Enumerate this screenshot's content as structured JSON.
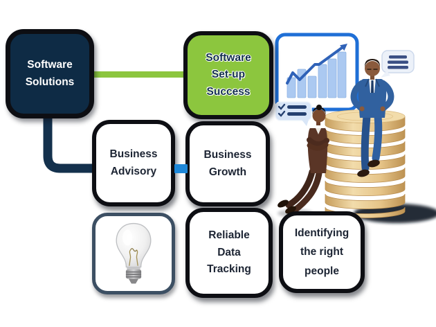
{
  "diagram": {
    "nodes": {
      "software_solutions": {
        "label": "Software Solutions"
      },
      "software_setup_success": {
        "label": "Software Set-up Success"
      },
      "business_advisory": {
        "label": "Business Advisory"
      },
      "business_growth": {
        "label": "Business Growth"
      },
      "idea_lightbulb": {
        "icon": "lightbulb-icon"
      },
      "reliable_data_tracking": {
        "label": "Reliable Data Tracking"
      },
      "identifying_right_people": {
        "label": "Identifying the right people"
      }
    },
    "connectors": [
      {
        "from": "software_solutions",
        "to": "software_setup_success",
        "color": "#8cc63e",
        "style": "straight-line"
      },
      {
        "from": "software_solutions",
        "to": "business_advisory",
        "color": "#14314d",
        "style": "elbow"
      },
      {
        "from": "business_advisory",
        "to": "business_growth",
        "color": "#1d87d8",
        "style": "square-link"
      }
    ],
    "colors": {
      "navy_fill": "#0e2b45",
      "green_fill": "#8cc63e",
      "box_border_black": "#0d0e13",
      "bulb_box_border": "#3c4f63",
      "white_fill": "#ffffff",
      "text_dark": "#1c2433",
      "text_on_navy": "#ffffff",
      "text_on_green": "#13304d",
      "blue_link": "#1d87d8"
    }
  },
  "illustration": {
    "chart_panel": {
      "border_color": "#1f6fd6",
      "bar_color": "#abc9f1",
      "trend_color": "#2f62b8",
      "bar_heights": [
        29,
        41,
        31,
        48,
        56,
        66
      ]
    },
    "coin_stack": {
      "coins": 8,
      "color": "#e3c186"
    },
    "people": [
      {
        "name": "businessman-sitting-on-coins",
        "suit_color": "#31619f"
      },
      {
        "name": "businesswoman-leaning-arms-crossed",
        "suit_color": "#5a3526"
      }
    ],
    "icons": [
      "bar-chart-icon",
      "trend-arrow-icon",
      "checklist-bubble-icon",
      "speech-bubble-icon",
      "coin-stack-icon",
      "lightbulb-icon"
    ]
  }
}
